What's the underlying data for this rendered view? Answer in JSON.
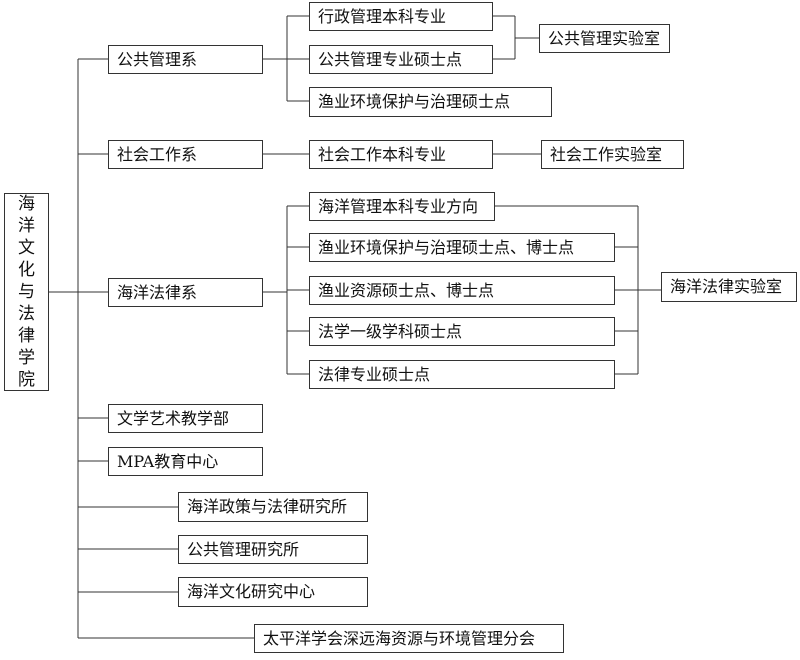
{
  "root": {
    "label": "海洋文化与法律学院"
  },
  "departments": {
    "public_admin": {
      "label": "公共管理系",
      "programs": [
        "行政管理本科专业",
        "公共管理专业硕士点",
        "渔业环境保护与治理硕士点"
      ],
      "lab": "公共管理实验室"
    },
    "social_work": {
      "label": "社会工作系",
      "programs": [
        "社会工作本科专业"
      ],
      "lab": "社会工作实验室"
    },
    "maritime_law": {
      "label": "海洋法律系",
      "programs": [
        "海洋管理本科专业方向",
        "渔业环境保护与治理硕士点、博士点",
        "渔业资源硕士点、博士点",
        "法学一级学科硕士点",
        "法律专业硕士点"
      ],
      "lab": "海洋法律实验室"
    }
  },
  "units": [
    "文学艺术教学部",
    "MPA教育中心"
  ],
  "institutes": [
    "海洋政策与法律研究所",
    "公共管理研究所",
    "海洋文化研究中心",
    "太平洋学会深远海资源与环境管理分会"
  ]
}
